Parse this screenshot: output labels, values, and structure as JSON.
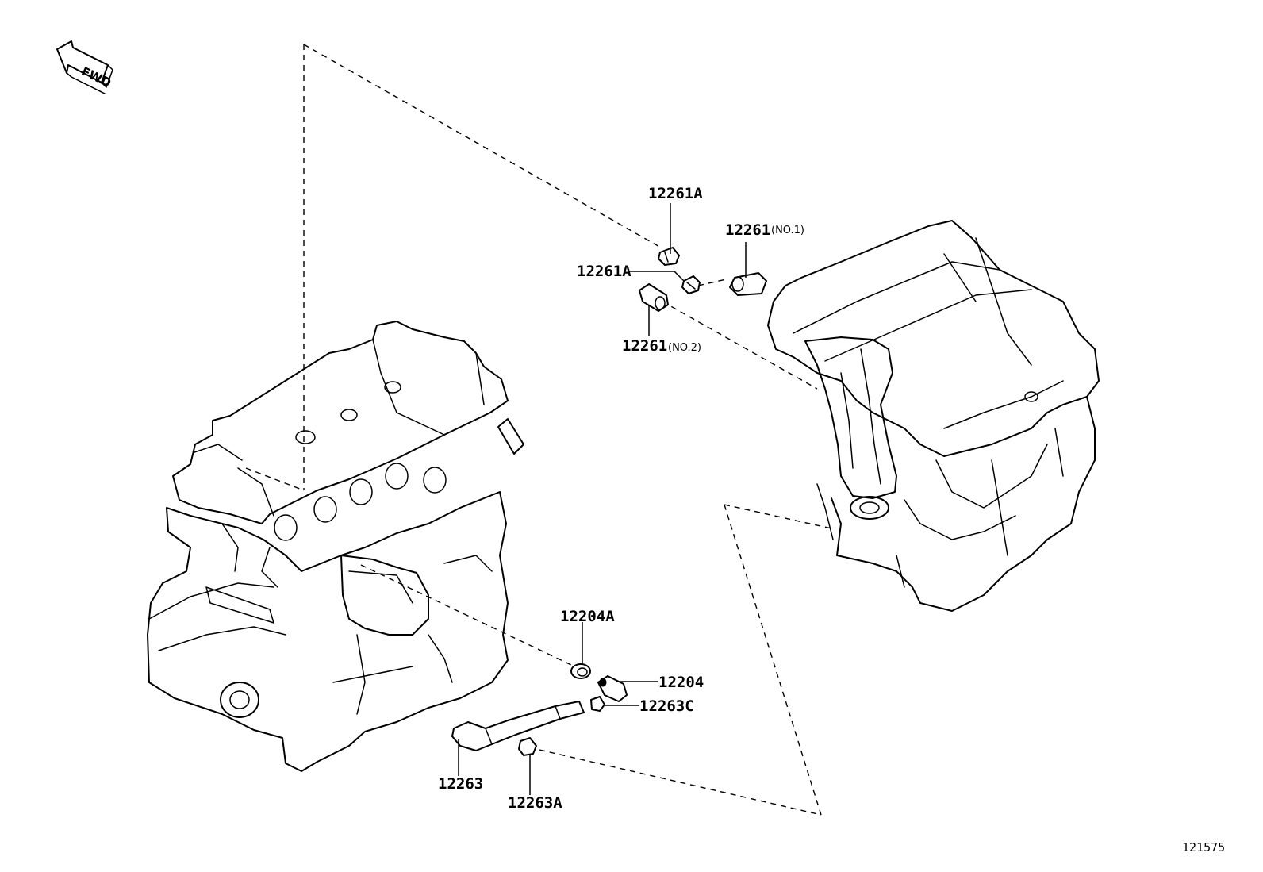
{
  "fwd_label": "FWD",
  "document_number": "121575",
  "labels": {
    "p12261A_top": "12261A",
    "p12261A_left": "12261A",
    "p12261_no1": "12261",
    "p12261_no1_sub": "(NO.1)",
    "p12261_no2": "12261",
    "p12261_no2_sub": "(NO.2)",
    "p12204A": "12204A",
    "p12204": "12204",
    "p12263C": "12263C",
    "p12263": "12263",
    "p12263A": "12263A"
  }
}
